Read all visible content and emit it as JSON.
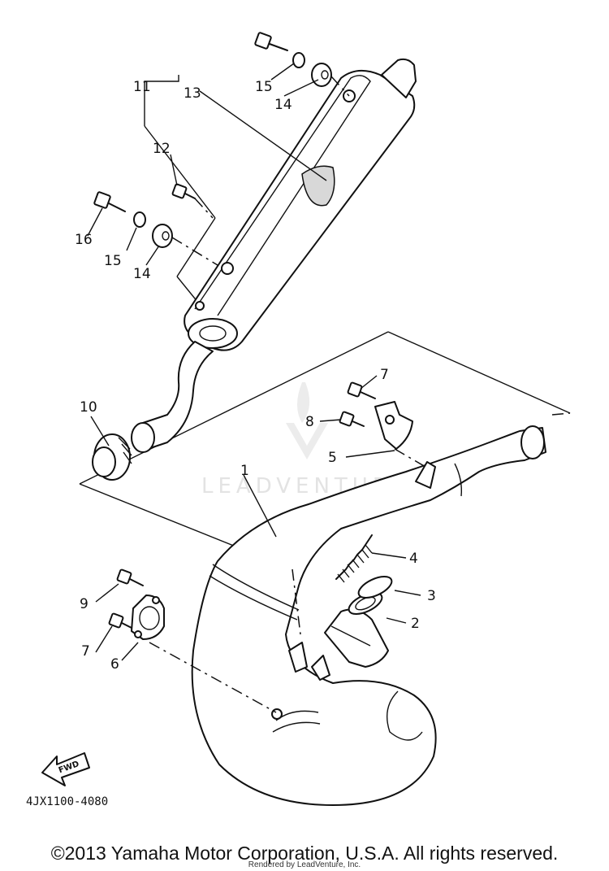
{
  "callouts": [
    {
      "id": "1",
      "text": "1"
    },
    {
      "id": "2",
      "text": "2"
    },
    {
      "id": "3",
      "text": "3"
    },
    {
      "id": "4",
      "text": "4"
    },
    {
      "id": "5",
      "text": "5"
    },
    {
      "id": "6",
      "text": "6"
    },
    {
      "id": "7a",
      "text": "7"
    },
    {
      "id": "7b",
      "text": "7"
    },
    {
      "id": "8",
      "text": "8"
    },
    {
      "id": "9",
      "text": "9"
    },
    {
      "id": "10",
      "text": "10"
    },
    {
      "id": "11",
      "text": "11"
    },
    {
      "id": "12",
      "text": "12"
    },
    {
      "id": "13",
      "text": "13"
    },
    {
      "id": "14a",
      "text": "14"
    },
    {
      "id": "14b",
      "text": "14"
    },
    {
      "id": "15a",
      "text": "15"
    },
    {
      "id": "15b",
      "text": "15"
    },
    {
      "id": "16",
      "text": "16"
    }
  ],
  "fwd_label": "FWD",
  "diagram_code": "4JX1100-4080",
  "watermark": "LEADVENTURE",
  "copyright": "©2013 Yamaha Motor Corporation, U.S.A. All rights reserved.",
  "rendered_by": "Rendered by LeadVenture, Inc."
}
